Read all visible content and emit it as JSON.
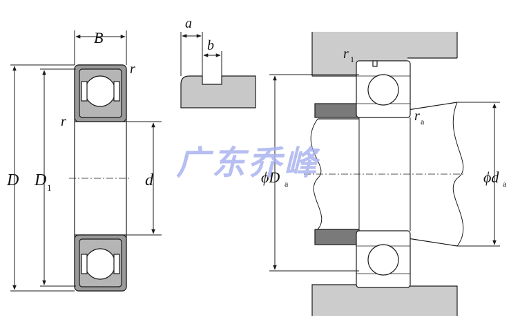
{
  "labels": {
    "B": "B",
    "r_top": "r",
    "r_left": "r",
    "D": "D",
    "D1": "D",
    "D1_sub": "1",
    "d": "d",
    "a": "a",
    "b": "b",
    "r1": "r",
    "r1_sub": "1",
    "ra": "r",
    "ra_sub": "a",
    "phi_Da": "ϕD",
    "phi_Da_sub": "a",
    "phi_da": "ϕd",
    "phi_da_sub": "a"
  },
  "watermark": "广东乔峰",
  "colors": {
    "line": "#1a1a1a",
    "housing_gray": "#cccccc",
    "dark_gray": "#7a7a7a",
    "ring_gray": "#9a9a9a",
    "watermark": "#a9b3f0"
  }
}
